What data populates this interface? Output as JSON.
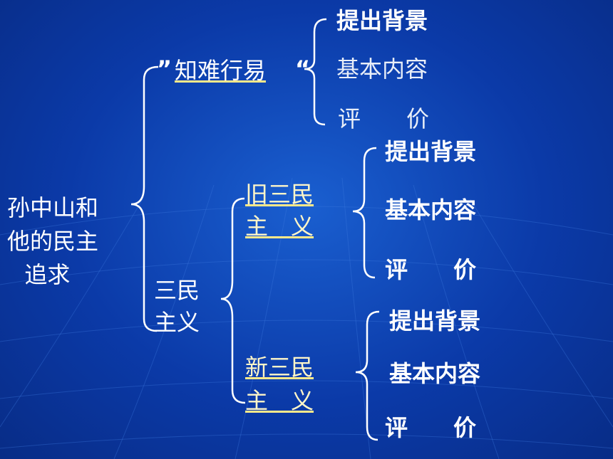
{
  "root": {
    "line1": "孙中山和",
    "line2": "他的民主",
    "line3": "  追求"
  },
  "branch_zhinan": {
    "quote_open": "”",
    "title": "知难行易",
    "quote_close": "“",
    "items": [
      "提出背景",
      "基本内容",
      "评　　价"
    ]
  },
  "branch_sanmin": {
    "line1": "三民",
    "line2": "主义",
    "old": {
      "line1": "旧三民",
      "line2": "主　义",
      "items": [
        "提出背景",
        "基本内容",
        "评　　价"
      ]
    },
    "new": {
      "line1": "新三民",
      "line2": "主　义",
      "items": [
        "提出背景",
        "基本内容",
        "评　　价"
      ]
    }
  }
}
